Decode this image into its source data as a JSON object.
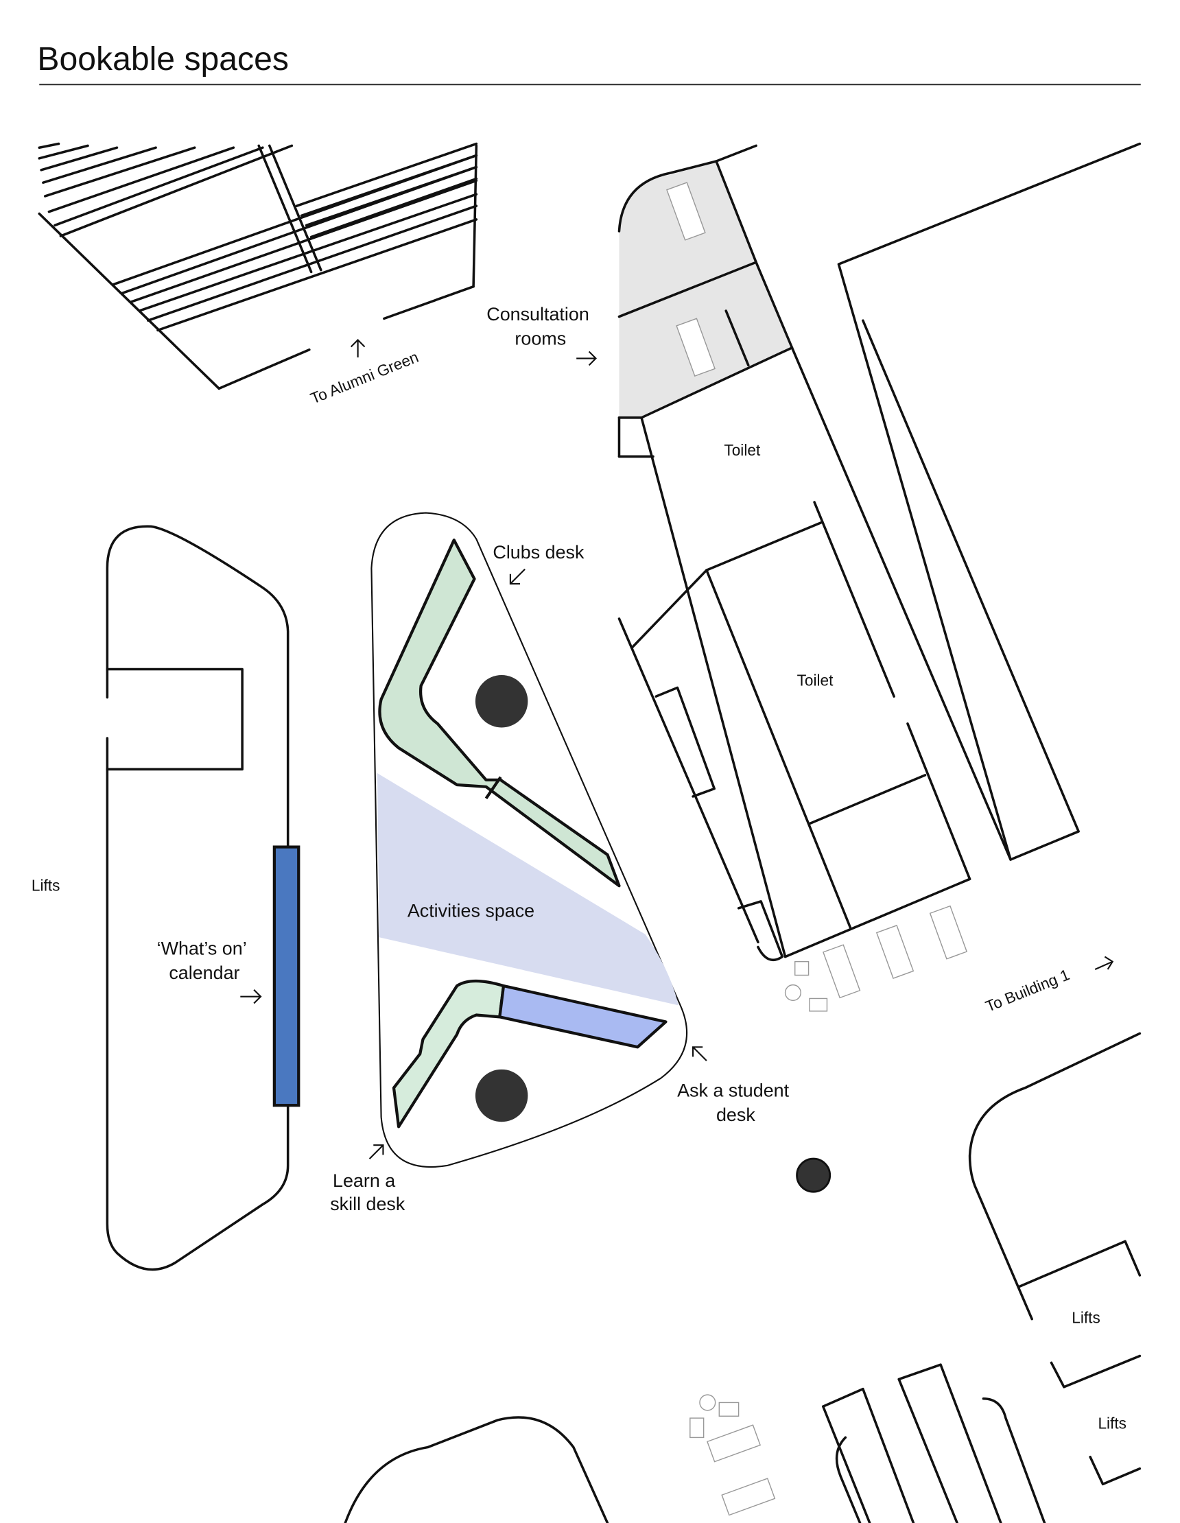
{
  "header": {
    "title": "Bookable spaces"
  },
  "labels": {
    "to_alumni_green": "To Alumni Green",
    "consultation_rooms": [
      "Consultation",
      "rooms"
    ],
    "toilet_1": "Toilet",
    "toilet_2": "Toilet",
    "clubs_desk": "Clubs desk",
    "activities_space": "Activities space",
    "whats_on": [
      "‘What’s on’",
      "calendar"
    ],
    "lifts_left": "Lifts",
    "ask_student": [
      "Ask a student",
      "desk"
    ],
    "learn_skill": [
      "Learn a",
      "skill desk"
    ],
    "to_building_1": "To Building 1",
    "lifts_right_1": "Lifts",
    "lifts_right_2": "Lifts"
  },
  "colors": {
    "desk_green": "#cfe6d4",
    "ask_desk_blue": "#a9baf2",
    "activities_fill": "#d7dcf0",
    "calendar_blue": "#4a78c0",
    "consult_grey": "#e6e6e6",
    "pillar": "#333333"
  }
}
